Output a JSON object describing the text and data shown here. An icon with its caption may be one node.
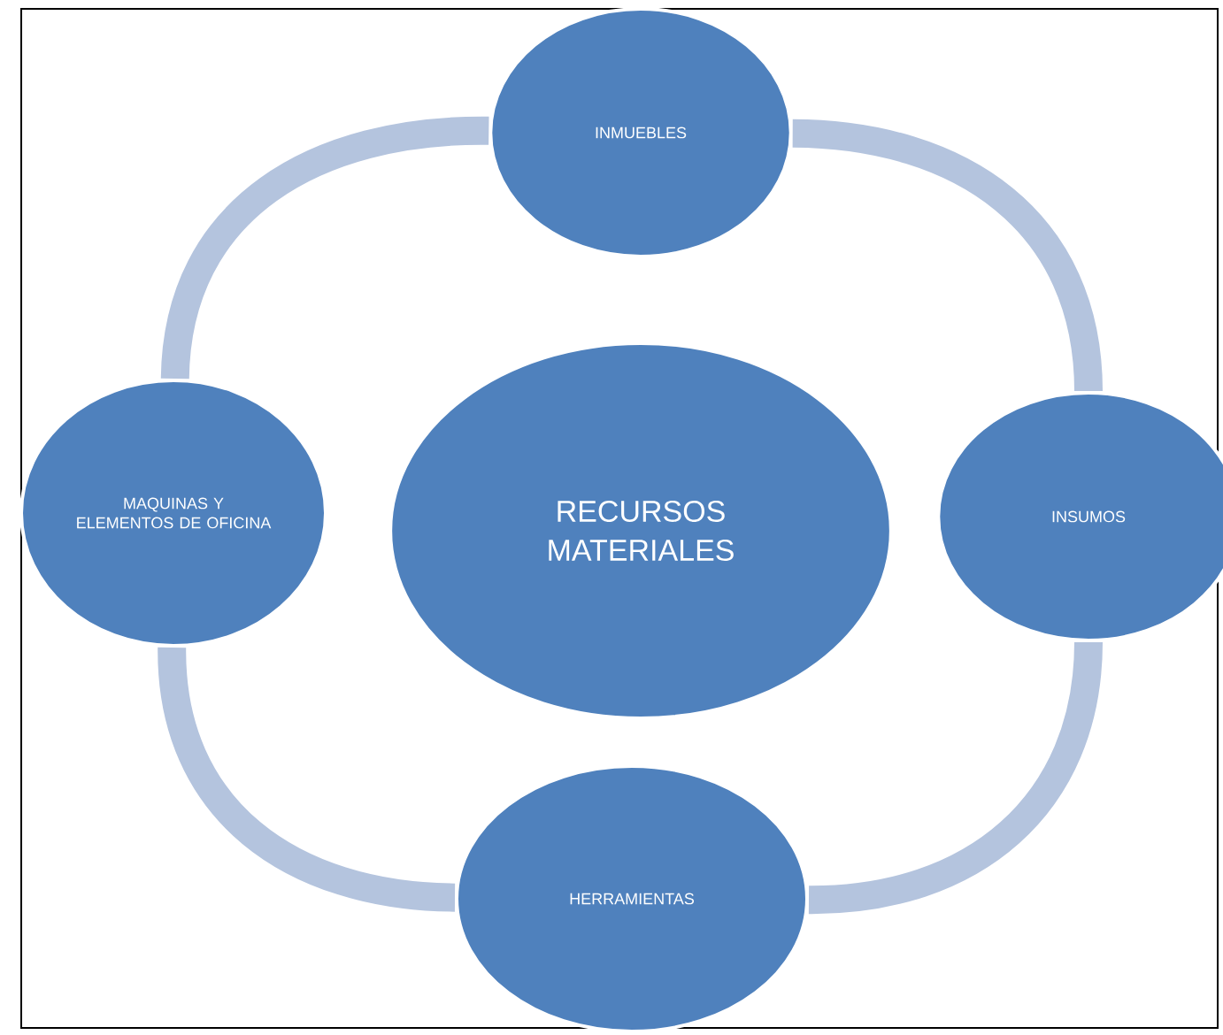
{
  "diagram": {
    "nodes": [
      {
        "text": [
          "INMUEBLES"
        ]
      },
      {
        "text": [
          "MAQUINAS Y ELEMENTOS DE OFICINA"
        ]
      },
      {
        "text": [
          "RECURSOS MATERIALES"
        ]
      },
      {
        "text": [
          "INSUMOS"
        ]
      },
      {
        "text": [
          "HERRAMIENTAS"
        ]
      }
    ],
    "edges": [
      {
        "from": 0,
        "to": 3,
        "arrow": "none"
      },
      {
        "from": 3,
        "to": 4,
        "arrow": "none"
      },
      {
        "from": 4,
        "to": 1,
        "arrow": "none"
      },
      {
        "from": 1,
        "to": 0,
        "arrow": "none"
      }
    ]
  }
}
